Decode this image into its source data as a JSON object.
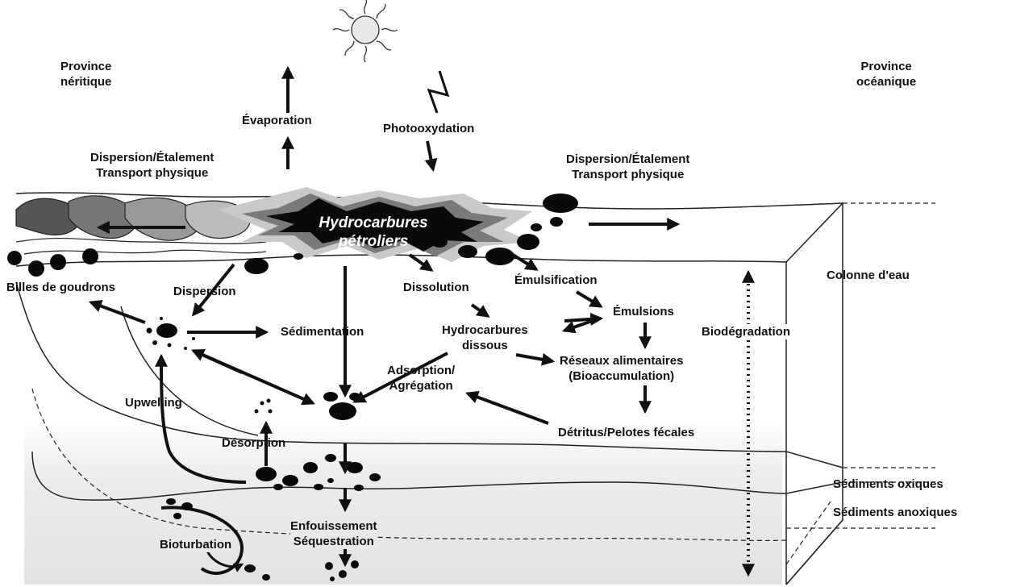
{
  "labels": {
    "province_neritique": [
      "Province",
      "néritique"
    ],
    "province_oceanique": [
      "Province",
      "océanique"
    ],
    "evaporation": "Évaporation",
    "photooxydation": "Photooxydation",
    "dispersion_left": [
      "Dispersion/Étalement",
      "Transport physique"
    ],
    "dispersion_right": [
      "Dispersion/Étalement",
      "Transport physique"
    ],
    "hydrocarbures_petroliers": [
      "Hydrocarbures",
      "pétroliers"
    ],
    "billes_goudrons": "Billes de goudrons",
    "dispersion": "Dispersion",
    "dissolution": "Dissolution",
    "emulsification": "Émulsification",
    "emulsions": "Émulsions",
    "sedimentation": "Sédimentation",
    "hydrocarbures_dissous": [
      "Hydrocarbures",
      "dissous"
    ],
    "biodegradation": "Biodégradation",
    "colonne_eau": "Colonne d'eau",
    "reseaux": [
      "Réseaux alimentaires",
      "(Bioaccumulation)"
    ],
    "adsorption": [
      "Adsorption/",
      "Agrégation"
    ],
    "upwelling": "Upwelling",
    "detritus": "Détritus/Pelotes fécales",
    "desorption": "Désorption",
    "sediments_oxiques": "Sédiments oxiques",
    "sediments_anoxiques": "Sédiments anoxiques",
    "enfouissement": [
      "Enfouissement",
      "Séquestration"
    ],
    "bioturbation": "Bioturbation"
  },
  "colors": {
    "ink": "#111111",
    "sediment": "#e6e6e6",
    "slick_dark": "#0a0a0a",
    "slick_mid": "#7a7a7a",
    "slick_light": "#c8c8c8"
  }
}
